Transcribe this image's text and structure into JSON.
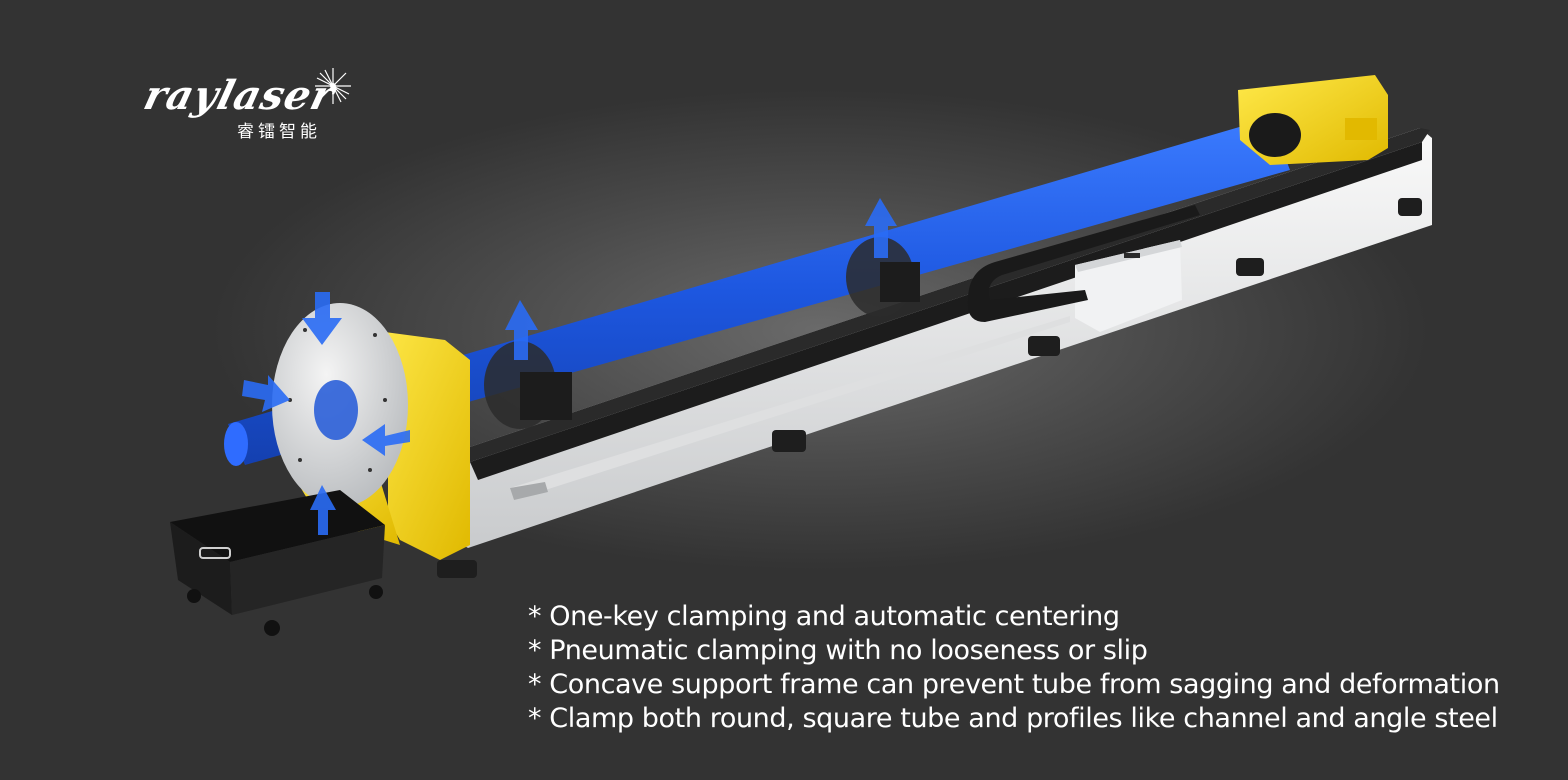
{
  "brand": {
    "logo_text": "raylaser",
    "logo_subtitle": "睿镭智能"
  },
  "features": [
    "* One-key clamping and automatic centering",
    "* Pneumatic clamping with no looseness or slip",
    "* Concave support frame can prevent tube from sagging and deformation",
    "* Clamp both round, square tube and profiles like channel and angle steel"
  ],
  "colors": {
    "background": "#333333",
    "tube": "#1f5fe0",
    "chuck_housing": "#f3d60f",
    "frame": "#ecedee",
    "arrow": "#2a6cf5"
  }
}
